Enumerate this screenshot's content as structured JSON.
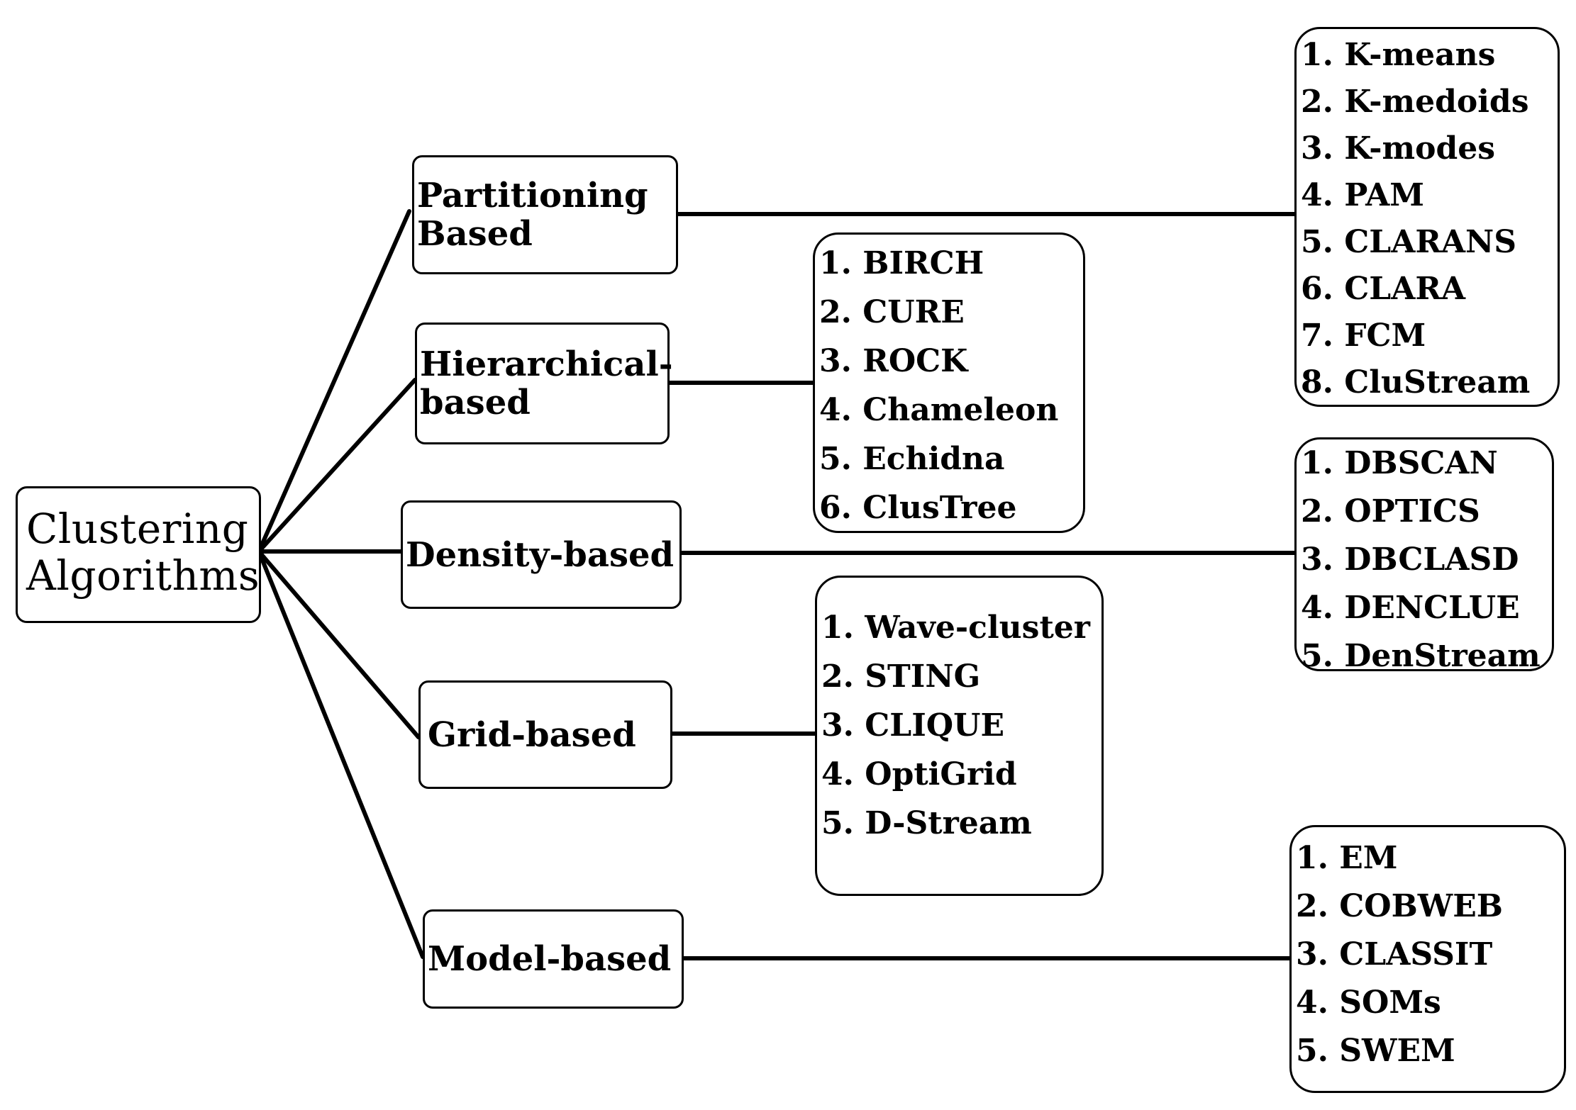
{
  "root": {
    "lines": [
      "Clustering",
      "Algorithms"
    ]
  },
  "categories": [
    {
      "id": "partitioning",
      "lines": [
        "Partitioning",
        "Based"
      ],
      "items": [
        "1. K-means",
        "2. K-medoids",
        "3. K-modes",
        "4. PAM",
        "5. CLARANS",
        "6. CLARA",
        "7. FCM",
        "8. CluStream"
      ]
    },
    {
      "id": "hierarchical",
      "lines": [
        "Hierarchical-",
        "based"
      ],
      "items": [
        "1. BIRCH",
        "2. CURE",
        "3. ROCK",
        "4. Chameleon",
        "5. Echidna",
        "6. ClusTree"
      ]
    },
    {
      "id": "density",
      "lines": [
        "Density-based"
      ],
      "items": [
        "1. DBSCAN",
        "2. OPTICS",
        "3. DBCLASD",
        "4. DENCLUE",
        "5. DenStream"
      ]
    },
    {
      "id": "grid",
      "lines": [
        "Grid-based"
      ],
      "items": [
        "1. Wave-cluster",
        "2. STING",
        "3. CLIQUE",
        "4. OptiGrid",
        "5. D-Stream"
      ]
    },
    {
      "id": "model",
      "lines": [
        "Model-based"
      ],
      "items": [
        "1. EM",
        "2. COBWEB",
        "3. CLASSIT",
        "4. SOMs",
        "5. SWEM"
      ]
    }
  ]
}
